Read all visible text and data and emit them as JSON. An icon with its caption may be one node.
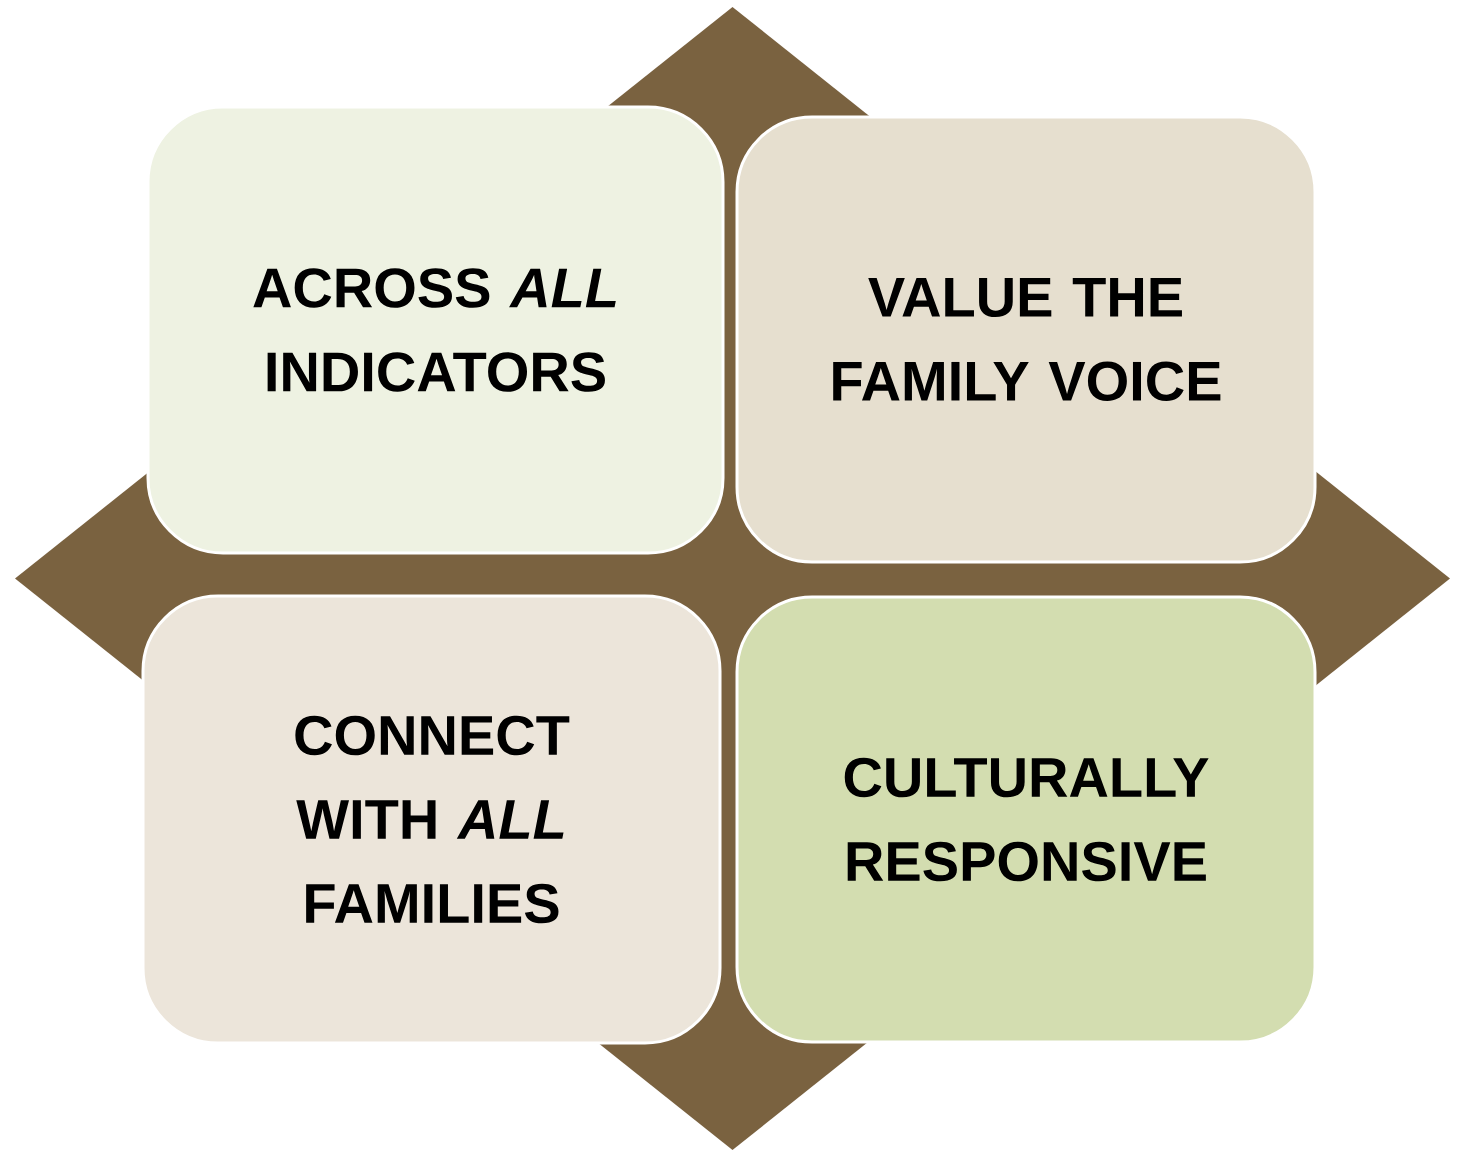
{
  "diagram": {
    "nodes": [
      {
        "text": [
          "ACROSS *ALL* INDICATORS"
        ]
      },
      {
        "text": [
          "VALUE THE FAMILY VOICE"
        ]
      },
      {
        "text": [
          "CONNECT WITH *ALL* FAMILIES"
        ]
      },
      {
        "text": [
          "CULTURALLY RESPONSIVE"
        ]
      }
    ]
  }
}
